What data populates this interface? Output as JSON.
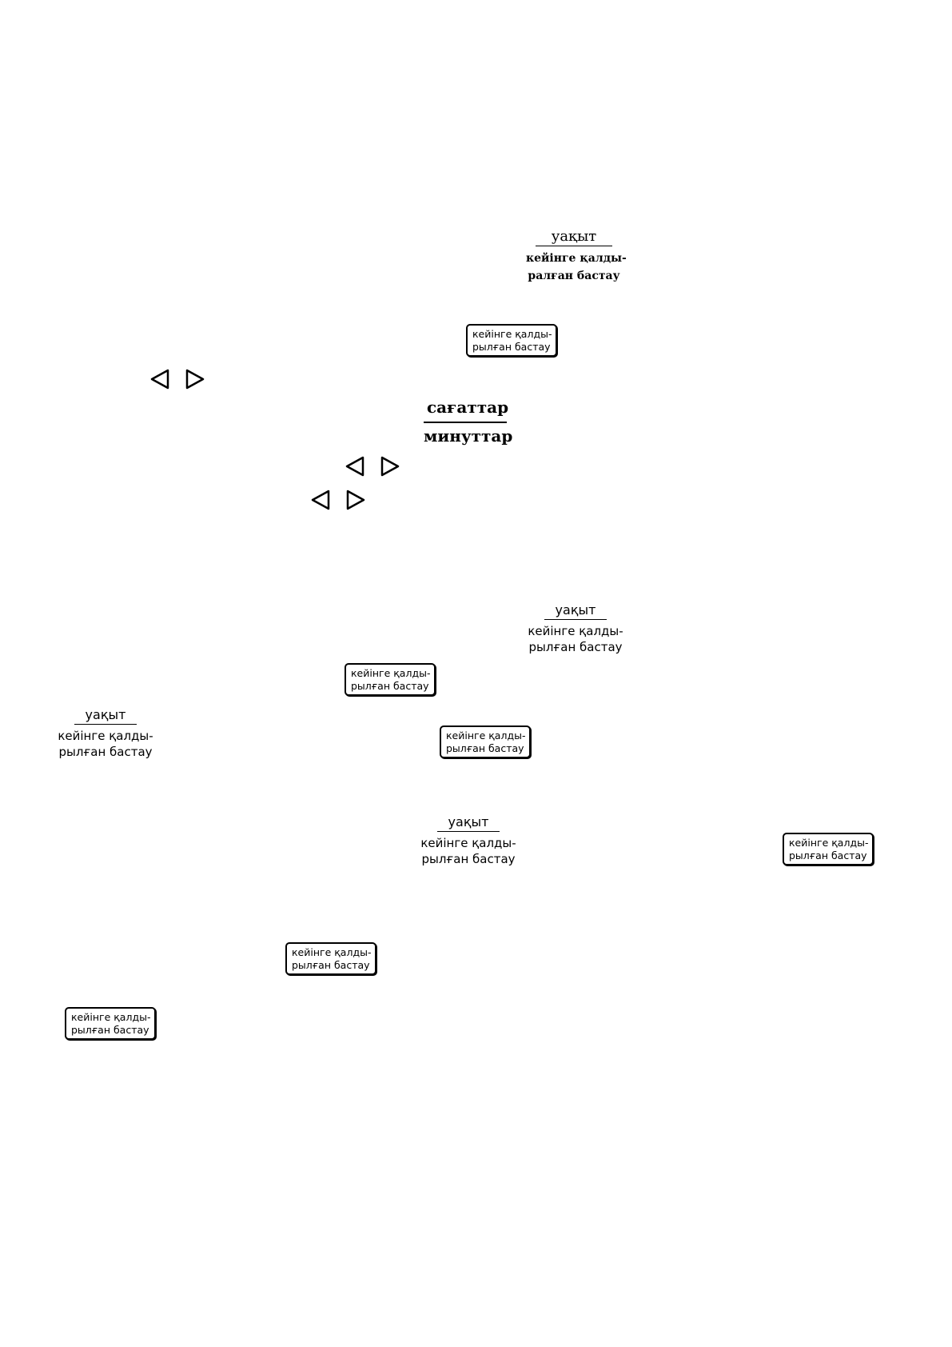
{
  "labels": {
    "time": "уақыт",
    "deferred_line1": "кейінге қалды-",
    "deferred_line2": "рылған бастау",
    "deferred_line2_alt": "ралған бастау"
  },
  "hours_minutes": {
    "hours": "сағаттар",
    "minutes": "минуттар"
  },
  "button": {
    "line1": "кейінге қалды-",
    "line2": "рылған бастау"
  },
  "icons": {
    "left": "triangle-left-outline-icon",
    "right": "triangle-right-outline-icon"
  }
}
